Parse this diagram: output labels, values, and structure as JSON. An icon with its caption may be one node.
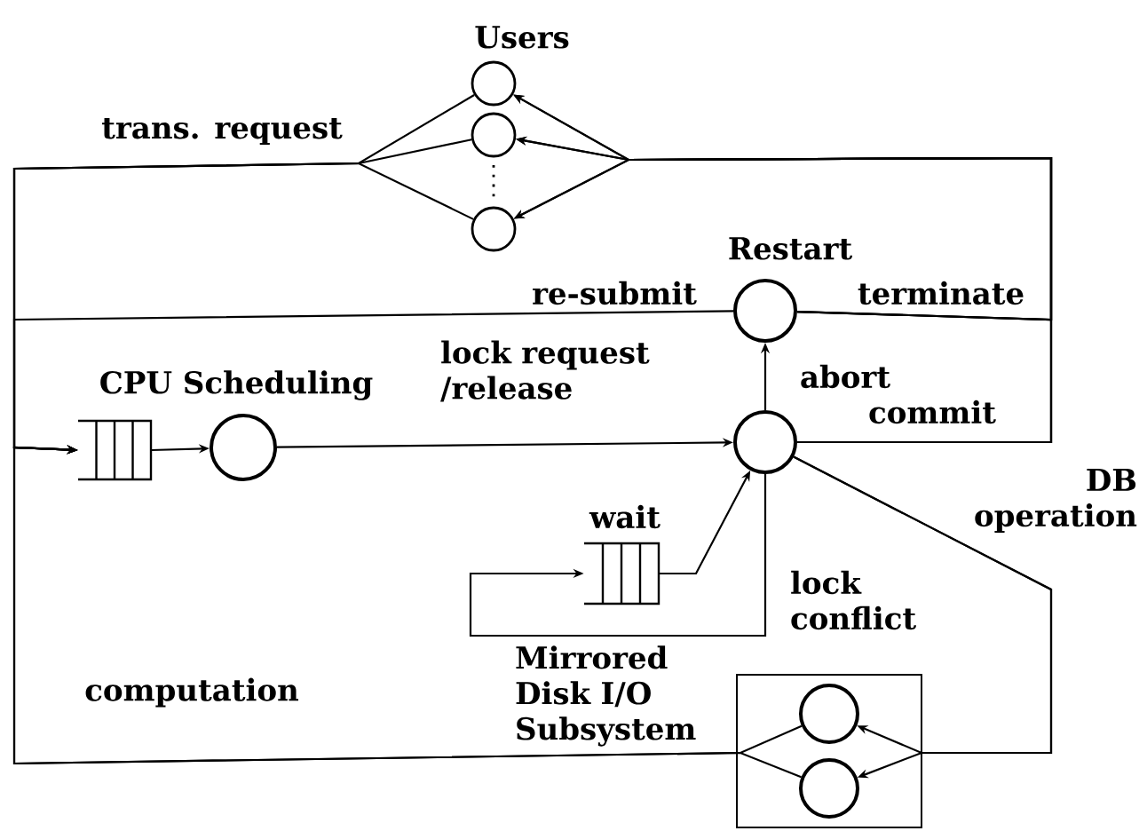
{
  "diagram": {
    "nodes": [
      {
        "text": [],
        "shape": "circle"
      },
      {
        "text": [],
        "shape": "circle"
      },
      {
        "text": [],
        "shape": "circle"
      },
      {
        "text": [],
        "shape": "queue",
        "beside": [
          "CPU Scheduling"
        ]
      },
      {
        "text": [],
        "shape": "circle"
      },
      {
        "text": [],
        "shape": "circle"
      },
      {
        "text": [],
        "shape": "circle",
        "beside": [
          "Restart"
        ]
      },
      {
        "text": [],
        "shape": "queue",
        "beside": [
          "wait"
        ]
      },
      {
        "text": [],
        "shape": "box",
        "beside": [
          "Mirrored Disk I/O Subsystem"
        ]
      },
      {
        "text": [],
        "shape": "circle",
        "in": 8
      },
      {
        "text": [],
        "shape": "circle",
        "in": 8
      }
    ],
    "edges": [
      {
        "from": 0,
        "to": 3,
        "arrow": "to",
        "label": "trans. request"
      },
      {
        "from": 1,
        "to": 3,
        "arrow": "to"
      },
      {
        "from": 2,
        "to": 3,
        "arrow": "to"
      },
      {
        "from": 3,
        "to": 4,
        "arrow": "to"
      },
      {
        "from": 4,
        "to": 5,
        "arrow": "to",
        "label": "lock request /release"
      },
      {
        "from": 5,
        "to": 6,
        "arrow": "to",
        "label": "abort"
      },
      {
        "from": 5,
        "to": 0,
        "arrow": "to",
        "label": "commit"
      },
      {
        "from": 5,
        "to": 1,
        "arrow": "to"
      },
      {
        "from": 5,
        "to": 2,
        "arrow": "to"
      },
      {
        "from": 6,
        "to": 0,
        "arrow": "to",
        "label": "terminate"
      },
      {
        "from": 6,
        "to": 1,
        "arrow": "to"
      },
      {
        "from": 6,
        "to": 2,
        "arrow": "to"
      },
      {
        "from": 6,
        "to": 3,
        "arrow": "to",
        "label": "re-submit"
      },
      {
        "from": 5,
        "to": 7,
        "arrow": "to",
        "label": "lock conflict"
      },
      {
        "from": 7,
        "to": 5,
        "arrow": "to"
      },
      {
        "from": 5,
        "to": 9,
        "arrow": "to",
        "label": "DB operation"
      },
      {
        "from": 5,
        "to": 10,
        "arrow": "to"
      },
      {
        "from": 9,
        "to": 3,
        "arrow": "to",
        "label": "computation"
      },
      {
        "from": 10,
        "to": 3,
        "arrow": "to"
      }
    ],
    "labels": [
      "Users"
    ]
  }
}
